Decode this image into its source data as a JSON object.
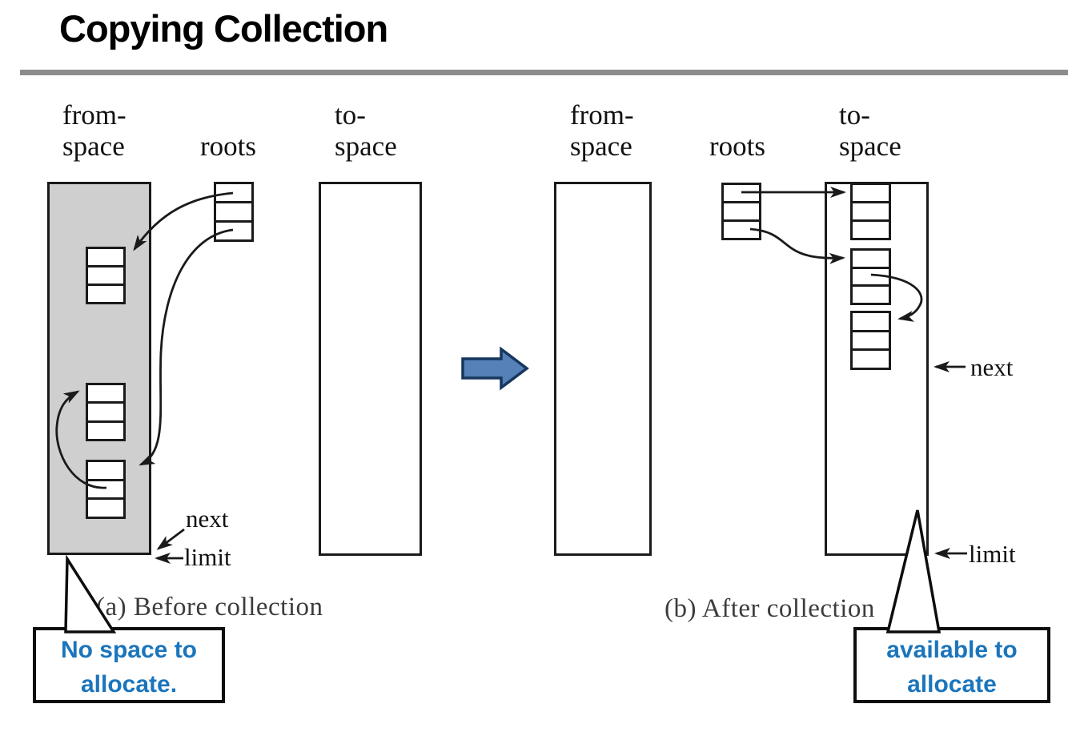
{
  "title": "Copying Collection",
  "colors": {
    "from_space_fill": "#cfcfcf",
    "callout_text_blue": "#1b75bc",
    "transition_arrow_fill": "#5580b8",
    "transition_arrow_border": "#17375e",
    "line_black": "#1a1a1a",
    "divider_gray": "#8c8c8c"
  },
  "labels": {
    "from_space_line1": "from-",
    "from_space_line2": "space",
    "to_space_line1": "to-",
    "to_space_line2": "space",
    "roots": "roots",
    "next": "next",
    "limit": "limit"
  },
  "diagram_a": {
    "caption": "(a) Before collection",
    "callout": {
      "line1": "No space to",
      "line2": "allocate."
    }
  },
  "diagram_b": {
    "caption": "(b) After collection",
    "callout": {
      "line1": "available to",
      "line2": "allocate"
    }
  }
}
